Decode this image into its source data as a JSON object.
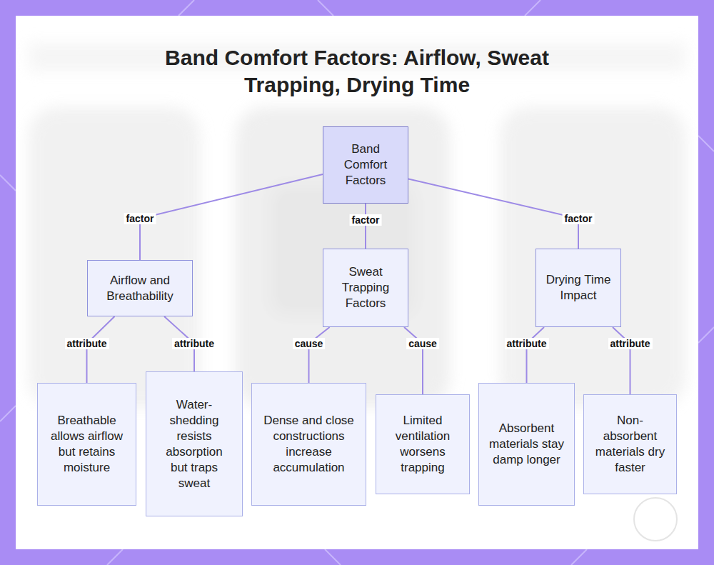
{
  "diagram": {
    "title": "Band Comfort Factors: Airflow, Sweat Trapping, Drying Time",
    "nodes": [
      {
        "text": [
          "Band Comfort Factors"
        ]
      },
      {
        "text": [
          "Airflow and Breathability"
        ]
      },
      {
        "text": [
          "Sweat Trapping Factors"
        ]
      },
      {
        "text": [
          "Drying Time Impact"
        ]
      },
      {
        "text": [
          "Breathable allows airflow but retains moisture"
        ]
      },
      {
        "text": [
          "Water-shedding resists absorption but traps sweat"
        ]
      },
      {
        "text": [
          "Dense and close constructions increase accumulation"
        ]
      },
      {
        "text": [
          "Limited ventilation worsens trapping"
        ]
      },
      {
        "text": [
          "Absorbent materials stay damp longer"
        ]
      },
      {
        "text": [
          "Non-absorbent materials dry faster"
        ]
      }
    ],
    "edges": [
      {
        "from": 0,
        "to": 1,
        "label": "factor",
        "arrow": "none"
      },
      {
        "from": 0,
        "to": 2,
        "label": "factor",
        "arrow": "none"
      },
      {
        "from": 0,
        "to": 3,
        "label": "factor",
        "arrow": "none"
      },
      {
        "from": 1,
        "to": 4,
        "label": "attribute",
        "arrow": "none"
      },
      {
        "from": 1,
        "to": 5,
        "label": "attribute",
        "arrow": "none"
      },
      {
        "from": 2,
        "to": 6,
        "label": "cause",
        "arrow": "none"
      },
      {
        "from": 2,
        "to": 7,
        "label": "cause",
        "arrow": "none"
      },
      {
        "from": 3,
        "to": 8,
        "label": "attribute",
        "arrow": "none"
      },
      {
        "from": 3,
        "to": 9,
        "label": "attribute",
        "arrow": "none"
      }
    ]
  }
}
